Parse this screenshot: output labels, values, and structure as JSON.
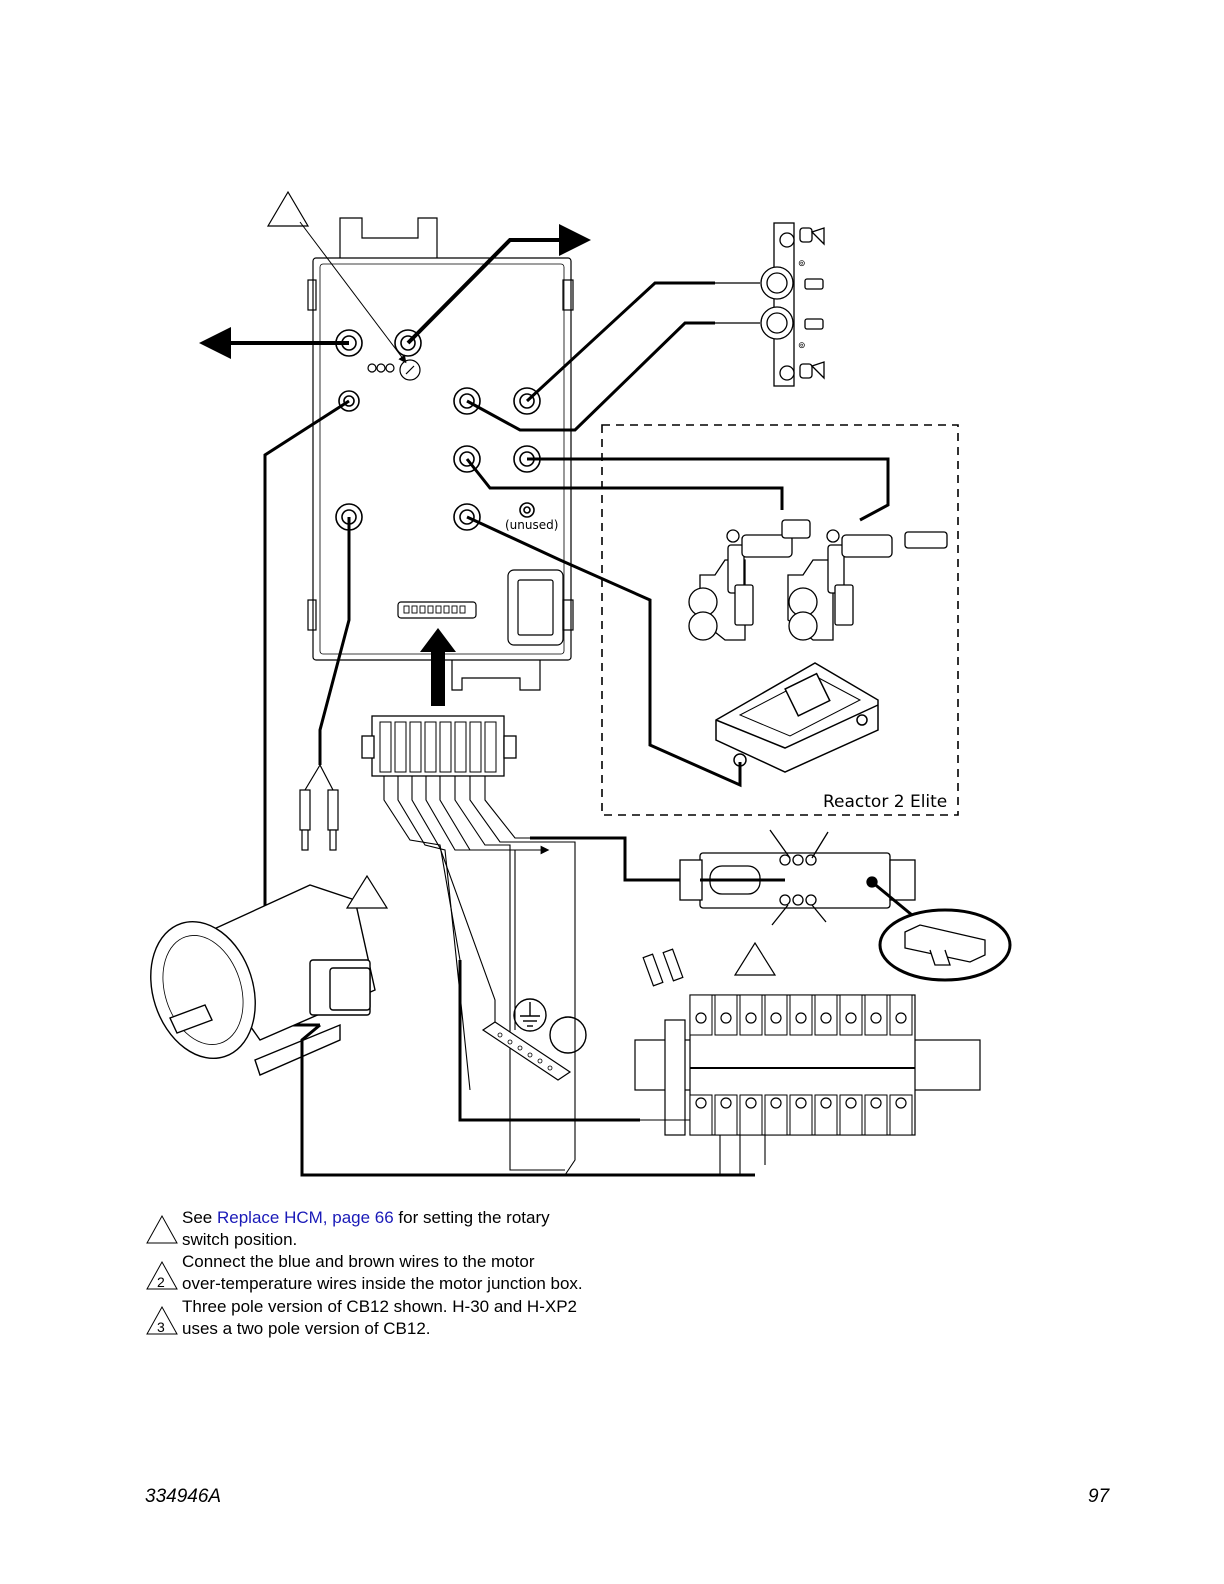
{
  "diagram": {
    "unused_label": "(unused)",
    "reactor_label": "Reactor 2 Elite",
    "callout_numbers": [
      "",
      "2",
      "3"
    ]
  },
  "notes": [
    {
      "number": "",
      "link_text": "Replace HCM, page 66",
      "line1_before": "See ",
      "line1_after": " for setting the rotary",
      "line2": "switch position."
    },
    {
      "number": "2",
      "line1": "Connect the blue and brown wires to the motor",
      "line2": "over-temperature wires inside the motor junction box."
    },
    {
      "number": "3",
      "line1": "Three pole version of CB12 shown. H-30 and H-XP2",
      "line2": "uses a two pole version of CB12."
    }
  ],
  "footer": {
    "doc_number": "334946A",
    "page_number": "97"
  }
}
